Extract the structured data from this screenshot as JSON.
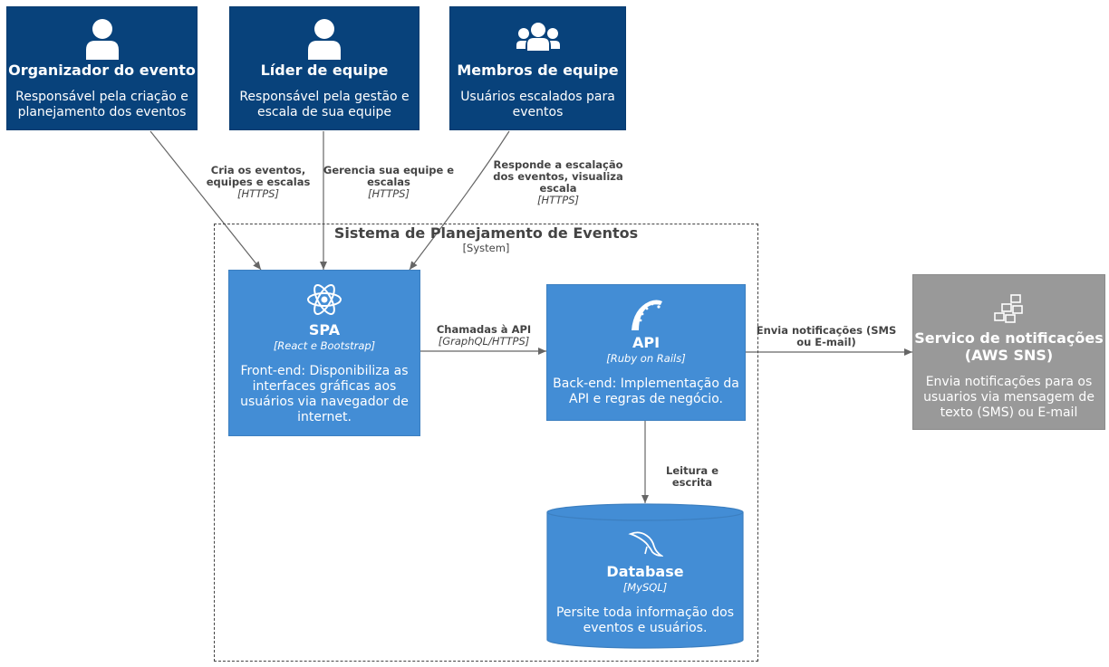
{
  "people": [
    {
      "title": "Organizador do evento",
      "desc1": "Responsável pela criação e",
      "desc2": "planejamento dos eventos",
      "icon": "person-icon"
    },
    {
      "title": "Líder de equipe",
      "desc1": "Responsável pela gestão e",
      "desc2": "escala de sua equipe",
      "icon": "person-icon"
    },
    {
      "title": "Membros de equipe",
      "desc1": "Usuários escalados para",
      "desc2": "eventos",
      "icon": "people-group-icon"
    }
  ],
  "boundary": {
    "title": "Sistema de Planejamento de Eventos",
    "type": "[System]"
  },
  "spa": {
    "title": "SPA",
    "tech": "[React e Bootstrap]",
    "desc1": "Front-end: Disponibiliza as",
    "desc2": "interfaces gráficas aos",
    "desc3": "usuários via navegador de",
    "desc4": "internet.",
    "icon": "react-icon"
  },
  "api": {
    "title": "API",
    "tech": "[Ruby on Rails]",
    "desc1": "Back-end: Implementação da",
    "desc2": "API e regras de negócio.",
    "icon": "rails-icon"
  },
  "db": {
    "title": "Database",
    "tech": "[MySQL]",
    "desc1": "Persite toda informação dos",
    "desc2": "eventos e usuários.",
    "icon": "mysql-dolphin-icon"
  },
  "ext": {
    "title1": "Servico de notificações",
    "title2": "(AWS SNS)",
    "desc1": "Envia notificações para os",
    "desc2": "usuarios via mensagem de",
    "desc3": "texto (SMS) ou E-mail",
    "icon": "aws-cubes-icon"
  },
  "relations": [
    {
      "l1": "Cria os eventos,",
      "l2": "equipes e escalas",
      "tech": "[HTTPS]"
    },
    {
      "l1": "Gerencia sua equipe e",
      "l2": "escalas",
      "tech": "[HTTPS]"
    },
    {
      "l1": "Responde a escalação",
      "l2": "dos eventos, visualiza",
      "l3": "escala",
      "tech": "[HTTPS]"
    },
    {
      "l1": "Chamadas à API",
      "tech": "[GraphQL/HTTPS]"
    },
    {
      "l1": "Leitura e escrita"
    },
    {
      "l1": "Envia notificações (SMS",
      "l2": "ou E-mail)"
    }
  ],
  "colors": {
    "person": "#08427b",
    "container": "#438dd5",
    "external": "#999999",
    "line": "#666666"
  }
}
